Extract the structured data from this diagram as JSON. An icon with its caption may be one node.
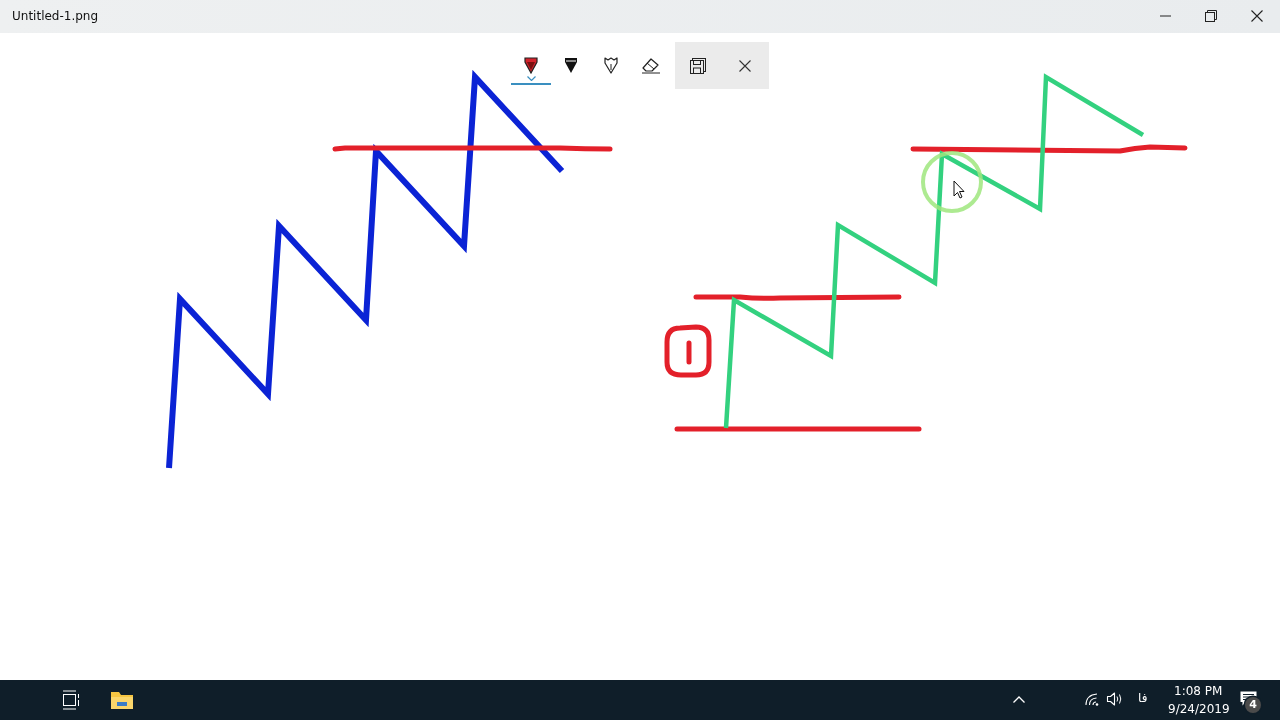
{
  "diagram": {
    "labels": [
      "Untitled-1.png",
      "فا",
      "1:08 PM",
      "9/24/2019",
      "4"
    ]
  }
}
